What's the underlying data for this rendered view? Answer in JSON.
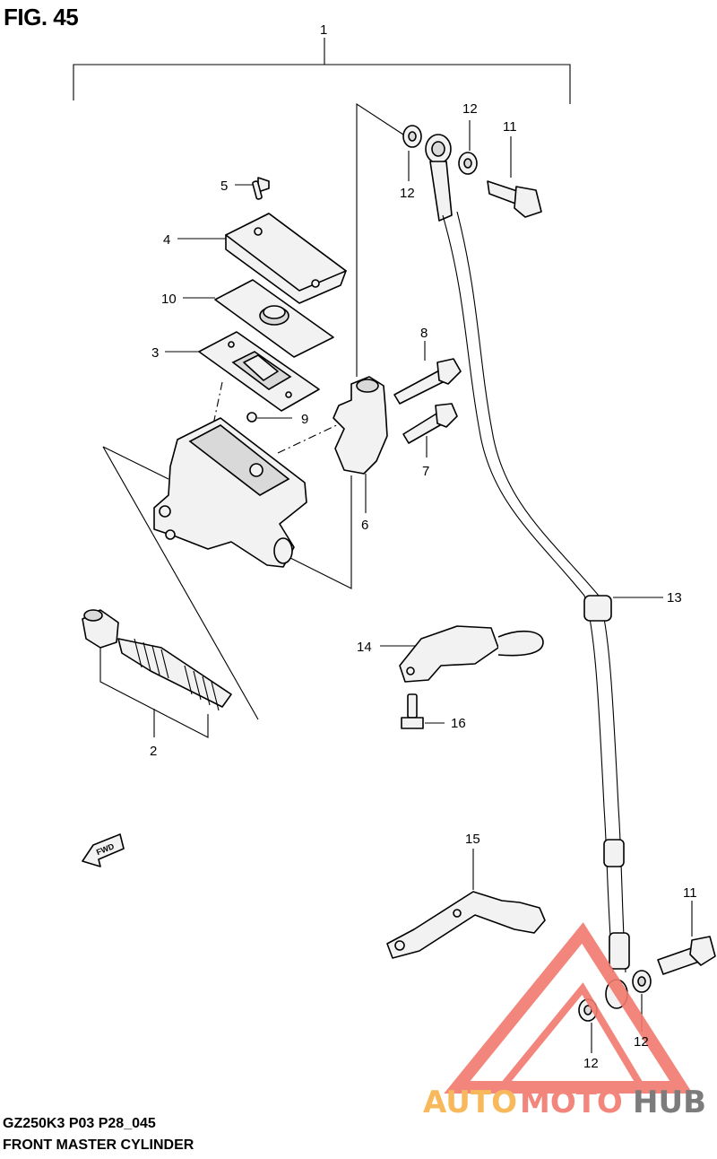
{
  "figure": {
    "title": "FIG. 45",
    "model_code": "GZ250K3 P03 P28_045",
    "name": "FRONT MASTER CYLINDER"
  },
  "callouts": {
    "c1": "1",
    "c2": "2",
    "c3": "3",
    "c4": "4",
    "c5": "5",
    "c6": "6",
    "c7": "7",
    "c8": "8",
    "c9": "9",
    "c10": "10",
    "c11a": "11",
    "c11b": "11",
    "c12a": "12",
    "c12b": "12",
    "c12c": "12",
    "c12d": "12",
    "c13": "13",
    "c14": "14",
    "c15": "15",
    "c16": "16"
  },
  "fwd_label": "FWD",
  "watermark": {
    "part1": "AUTO",
    "part2": "MOTO",
    "part3": "HUB",
    "colors": {
      "orange": "#f7b24a",
      "red": "#f27a6e",
      "gray": "#6e6e6e"
    }
  }
}
